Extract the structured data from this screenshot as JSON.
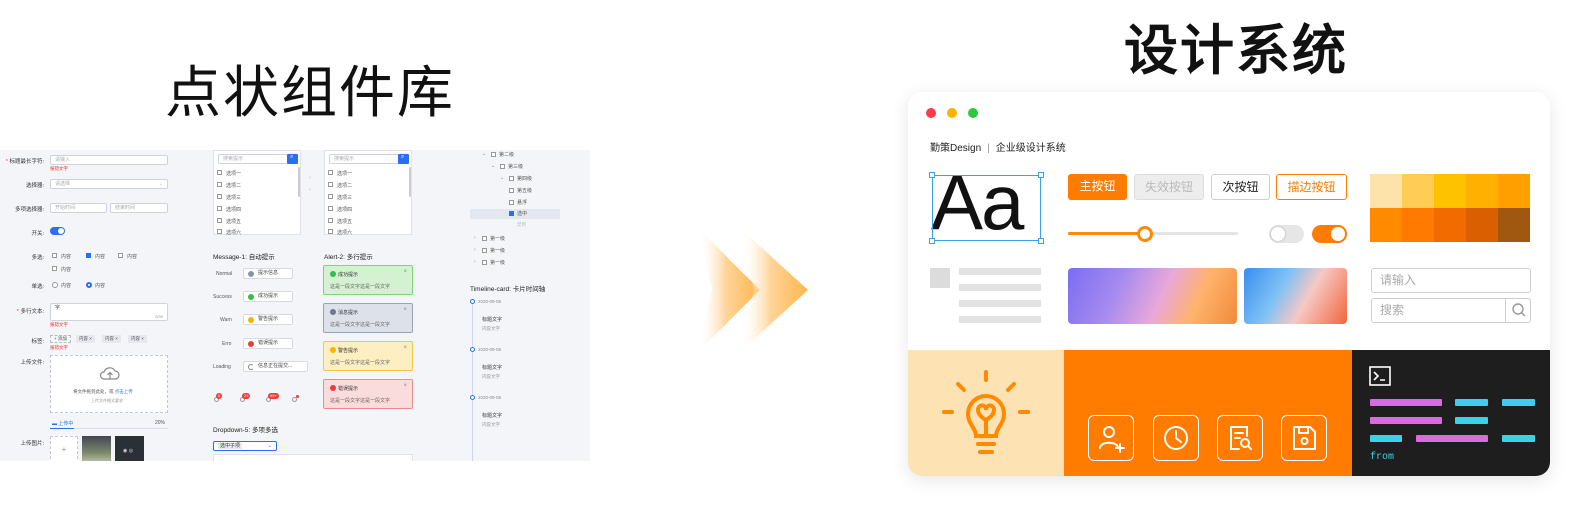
{
  "left_title": "点状组件库",
  "right_title": "设计系统",
  "library": {
    "form": {
      "label_title": "标题最长字符:",
      "input_placeholder": "请输入",
      "error_text": "报错文字",
      "label_select": "选择器:",
      "select_placeholder": "请选择",
      "label_range": "多项选择器:",
      "range_start": "开始时间",
      "range_end": "结束时间",
      "label_switch": "开关:",
      "label_multi": "多选:",
      "option": "内容",
      "label_single": "单选:",
      "label_textarea": "多行文本:",
      "textarea_value": "字",
      "textarea_count": "0/30",
      "label_tags": "标签:",
      "tag_add": "+ 添加",
      "tag_item": "内容",
      "label_upload": "上传文件:",
      "upload_hint": "将文件拖到此处，或",
      "upload_link": "点击上传",
      "upload_sub": "上传文件格式要求",
      "uploading": "上传中",
      "upload_pct": "20%",
      "label_image": "上传图片:"
    },
    "list_search": "搜索提示",
    "list_items": [
      "选项一",
      "选项二",
      "选项三",
      "选项四",
      "选项五",
      "选项六"
    ],
    "message_title": "Message-1: 自动提示",
    "messages": [
      {
        "type": "Normal",
        "text": "提示信息",
        "color": "#8a93a6"
      },
      {
        "type": "Success",
        "text": "成功提示",
        "color": "#2fbf4a"
      },
      {
        "type": "Warn",
        "text": "警告提示",
        "color": "#f5b400"
      },
      {
        "type": "Erro",
        "text": "错误提示",
        "color": "#ee3b3b"
      },
      {
        "type": "Loading",
        "text": "信息正在提交...",
        "color": "#888888"
      }
    ],
    "badges": [
      "5",
      "23",
      "99+"
    ],
    "dropdown_title": "Dropdown-5: 多项多选",
    "dropdown_value": "选中子项",
    "alert_title": "Alert-2: 多行提示",
    "alerts": [
      {
        "title": "成功提示",
        "desc": "这是一段文字这是一段文字",
        "bg": "#d4f2d2",
        "border": "#7fd37a",
        "icon": "#2fbf4a"
      },
      {
        "title": "消息提示",
        "desc": "这是一段文字这是一段文字",
        "bg": "#dde1ea",
        "border": "#9aa3b6",
        "icon": "#6f7890"
      },
      {
        "title": "警告提示",
        "desc": "这是一段文字这是一段文字",
        "bg": "#fdefc2",
        "border": "#f2c84a",
        "icon": "#f5b400"
      },
      {
        "title": "错误提示",
        "desc": "这是一段文字这是一段文字",
        "bg": "#fbdcdc",
        "border": "#f08a8a",
        "icon": "#ee3b3b"
      }
    ],
    "tree": {
      "level2": "第二级",
      "level3": "第三级",
      "level4": "第四级",
      "level5": "第五级",
      "hover": "悬浮",
      "selected": "选中",
      "disabled": "禁用",
      "level1": "第一级"
    },
    "timeline_title": "Timeline-card: 卡片时间轴",
    "timeline": [
      {
        "date": "2020-09-08",
        "title": "标题文字",
        "desc": "内容文字"
      },
      {
        "date": "2020-09-08",
        "title": "标题文字",
        "desc": "内容文字"
      },
      {
        "date": "2020-09-08",
        "title": "标题文字",
        "desc": "内容文字"
      }
    ]
  },
  "card": {
    "brand_name": "勤策Design",
    "brand_sep": "|",
    "brand_tag": "企业级设计系统",
    "typeface_sample": "Aa",
    "buttons": {
      "primary": "主按钮",
      "disabled": "失效按钮",
      "secondary": "次按钮",
      "outline": "描边按钮"
    },
    "slider_value": 0.45,
    "toggle_off": false,
    "toggle_on": true,
    "input_placeholder": "请输入",
    "search_placeholder": "搜索",
    "code_keyword": "from",
    "palette_light": [
      "#fde3aa",
      "#ffcd55",
      "#ffc200",
      "#ffb000",
      "#ff9f00"
    ],
    "palette_dark": [
      "#ff8a00",
      "#ff7a00",
      "#f26b00",
      "#d95f00",
      "#a0570f"
    ],
    "colors": {
      "accent": "#ff7c00",
      "traffic_red": "#ff3b46",
      "traffic_yellow": "#ffb300",
      "traffic_green": "#2bc840"
    }
  }
}
